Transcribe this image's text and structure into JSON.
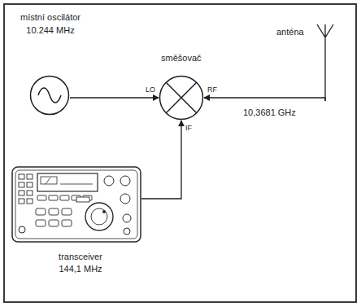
{
  "diagram": {
    "nodes": [
      {
        "text": [
          "místní oscilátor",
          "10.244 MHz"
        ]
      },
      {
        "text": [
          "směšovač"
        ]
      },
      {
        "text": [
          "anténa"
        ]
      },
      {
        "text": [
          "transceiver",
          "144,1 MHz"
        ]
      }
    ],
    "edges": [
      {
        "from": 0,
        "to": 1,
        "arrow": "to"
      },
      {
        "from": 2,
        "to": 1,
        "arrow": "to"
      },
      {
        "from": 3,
        "to": 1,
        "arrow": "to"
      }
    ],
    "labels": [
      "LO",
      "RF",
      "IF",
      "10,3681 GHz"
    ]
  }
}
